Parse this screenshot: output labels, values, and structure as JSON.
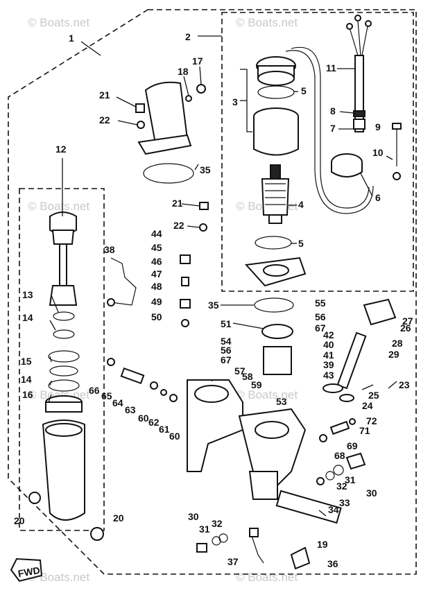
{
  "watermark": "© Boats.net",
  "fwd_label": "FWD",
  "callouts": [
    "1",
    "2",
    "3",
    "4",
    "5",
    "5",
    "5",
    "6",
    "7",
    "8",
    "9",
    "10",
    "11",
    "12",
    "13",
    "14",
    "14",
    "15",
    "16",
    "17",
    "18",
    "19",
    "20",
    "20",
    "21",
    "21",
    "22",
    "22",
    "23",
    "24",
    "25",
    "26",
    "27",
    "28",
    "29",
    "30",
    "30",
    "31",
    "31",
    "32",
    "32",
    "33",
    "34",
    "35",
    "35",
    "36",
    "37",
    "38",
    "39",
    "40",
    "41",
    "42",
    "43",
    "44",
    "45",
    "46",
    "47",
    "48",
    "49",
    "50",
    "51",
    "53",
    "54",
    "55",
    "56",
    "56",
    "57",
    "58",
    "59",
    "60",
    "60",
    "61",
    "62",
    "63",
    "64",
    "65",
    "66",
    "67",
    "67",
    "68",
    "69",
    "71",
    "72"
  ]
}
